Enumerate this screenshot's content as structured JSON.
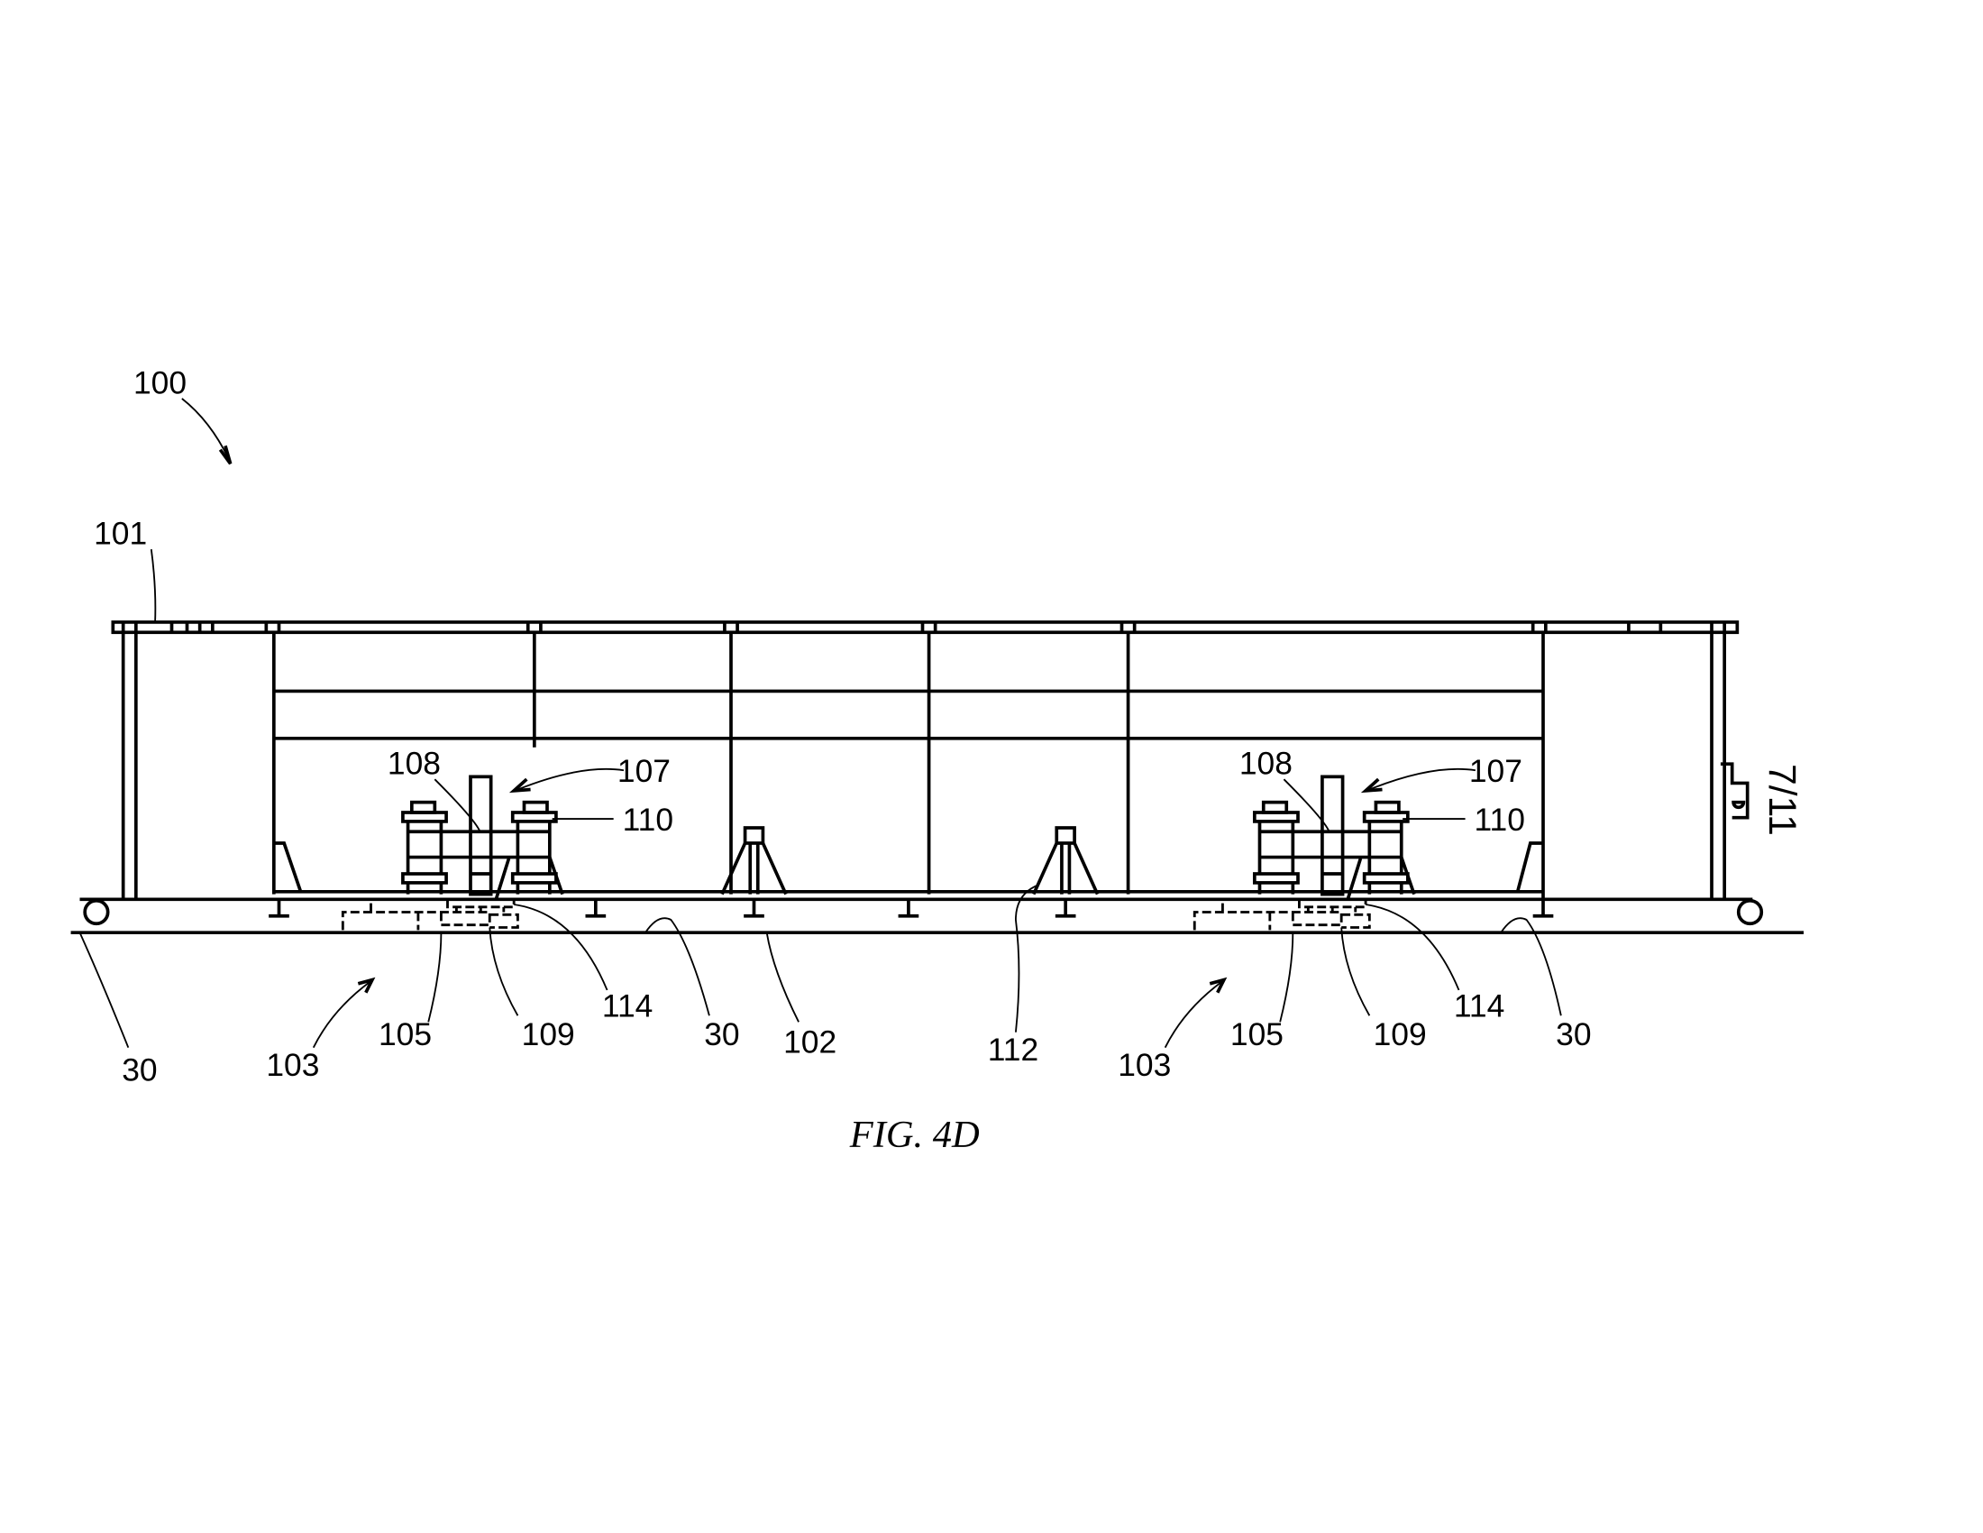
{
  "figure": {
    "caption": "FIG.  4D",
    "sheet_number": "7/11",
    "labels": {
      "assembly": "100",
      "top_frame": "101",
      "left_screw_108": "108",
      "left_jack_107": "107",
      "left_post_110": "110",
      "right_screw_108": "108",
      "right_jack_107": "107",
      "right_post_110": "110",
      "left_wheel_30": "30",
      "left_base_103": "103",
      "left_plate_105": "105",
      "left_pad_109": "109",
      "left_plate_114": "114",
      "mid_30": "30",
      "floor_102": "102",
      "stand_112": "112",
      "right_base_103": "103",
      "right_plate_105": "105",
      "right_pad_109": "109",
      "right_plate_114": "114",
      "right_30": "30"
    }
  }
}
